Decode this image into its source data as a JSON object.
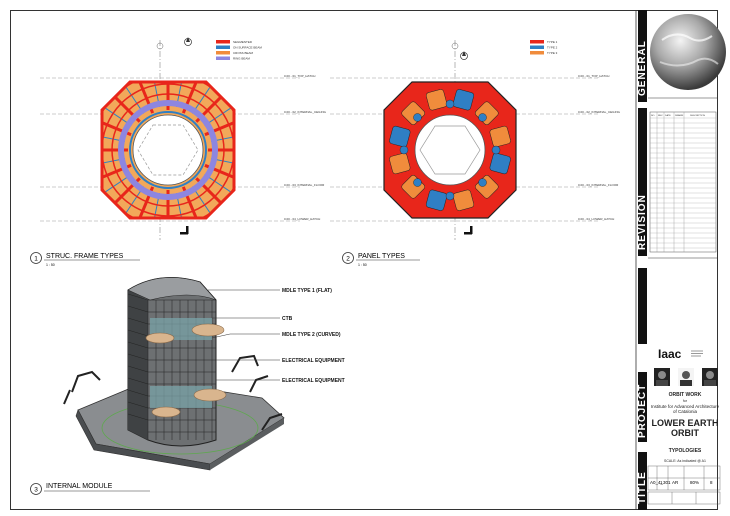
{
  "views": {
    "frame": {
      "number": "1",
      "title": "STRUC. FRAME TYPES",
      "scale": "1 : 50"
    },
    "panel": {
      "number": "2",
      "title": "PANEL TYPES",
      "scale": "1 : 50"
    },
    "module": {
      "number": "3",
      "title": "INTERNAL MODULE"
    }
  },
  "legend_frame": [
    "SEGMENTED",
    "ON SURFACE BEAM",
    "CROSS BEAM",
    "RING BEAM"
  ],
  "legend_panel": [
    "TYPE 1",
    "TYPE 2",
    "TYPE 3"
  ],
  "level_lines": [
    "0.00 - 01_TOP_HATCH",
    "0.00 - 02_INTERNAL_CEILING",
    "0.00 - 03_INTERNAL_FLOOR",
    "0.00 - 04_LOWER_HATCH"
  ],
  "callouts": [
    "MDLE TYPE 1 (FLAT)",
    "CTB",
    "MDLE TYPE 2 (CURVED)",
    "ELECTRICAL EQUIPMENT",
    "ELECTRICAL EQUIPMENT"
  ],
  "side_bands": [
    "GENERAL",
    "REVISION",
    "PROJECT",
    "TITLE"
  ],
  "revision_headers": [
    "NO.",
    "REV.",
    "DATE",
    "DRAWN",
    "DESCRIPTION"
  ],
  "title_block": {
    "logo": "Iaac",
    "company": "ORBIT WORK",
    "for": "for",
    "client": "Institute for Advanced Architecture of Catalonia",
    "project": "LOWER EARTH ORBIT",
    "sheet_name": "TYPOLOGIES",
    "scale_note": "SCALE: As indicated @ A1",
    "sheet_number": "A0_4_301",
    "rev": "1",
    "disc": "AR",
    "status": "80%",
    "sheet_no": "8"
  },
  "colors": {
    "red": "#e8261b",
    "orange": "#f08c3c",
    "blue": "#2f7fc4",
    "purple": "#8d86e0",
    "black": "#111111"
  }
}
